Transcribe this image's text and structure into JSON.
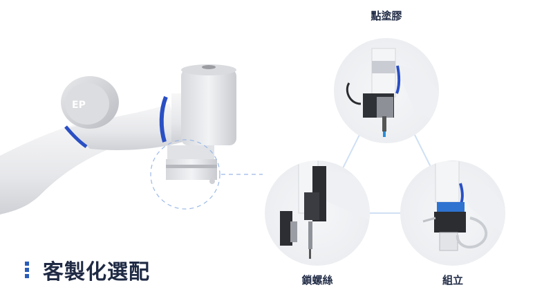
{
  "brand": {
    "logo_text": "EP",
    "accent_color": "#2a4fc4"
  },
  "title": {
    "text": "客製化選配",
    "bullet_color": "#2a5db8"
  },
  "options": [
    {
      "label": "點塗膠"
    },
    {
      "label": "鎖螺絲"
    },
    {
      "label": "組立"
    }
  ]
}
